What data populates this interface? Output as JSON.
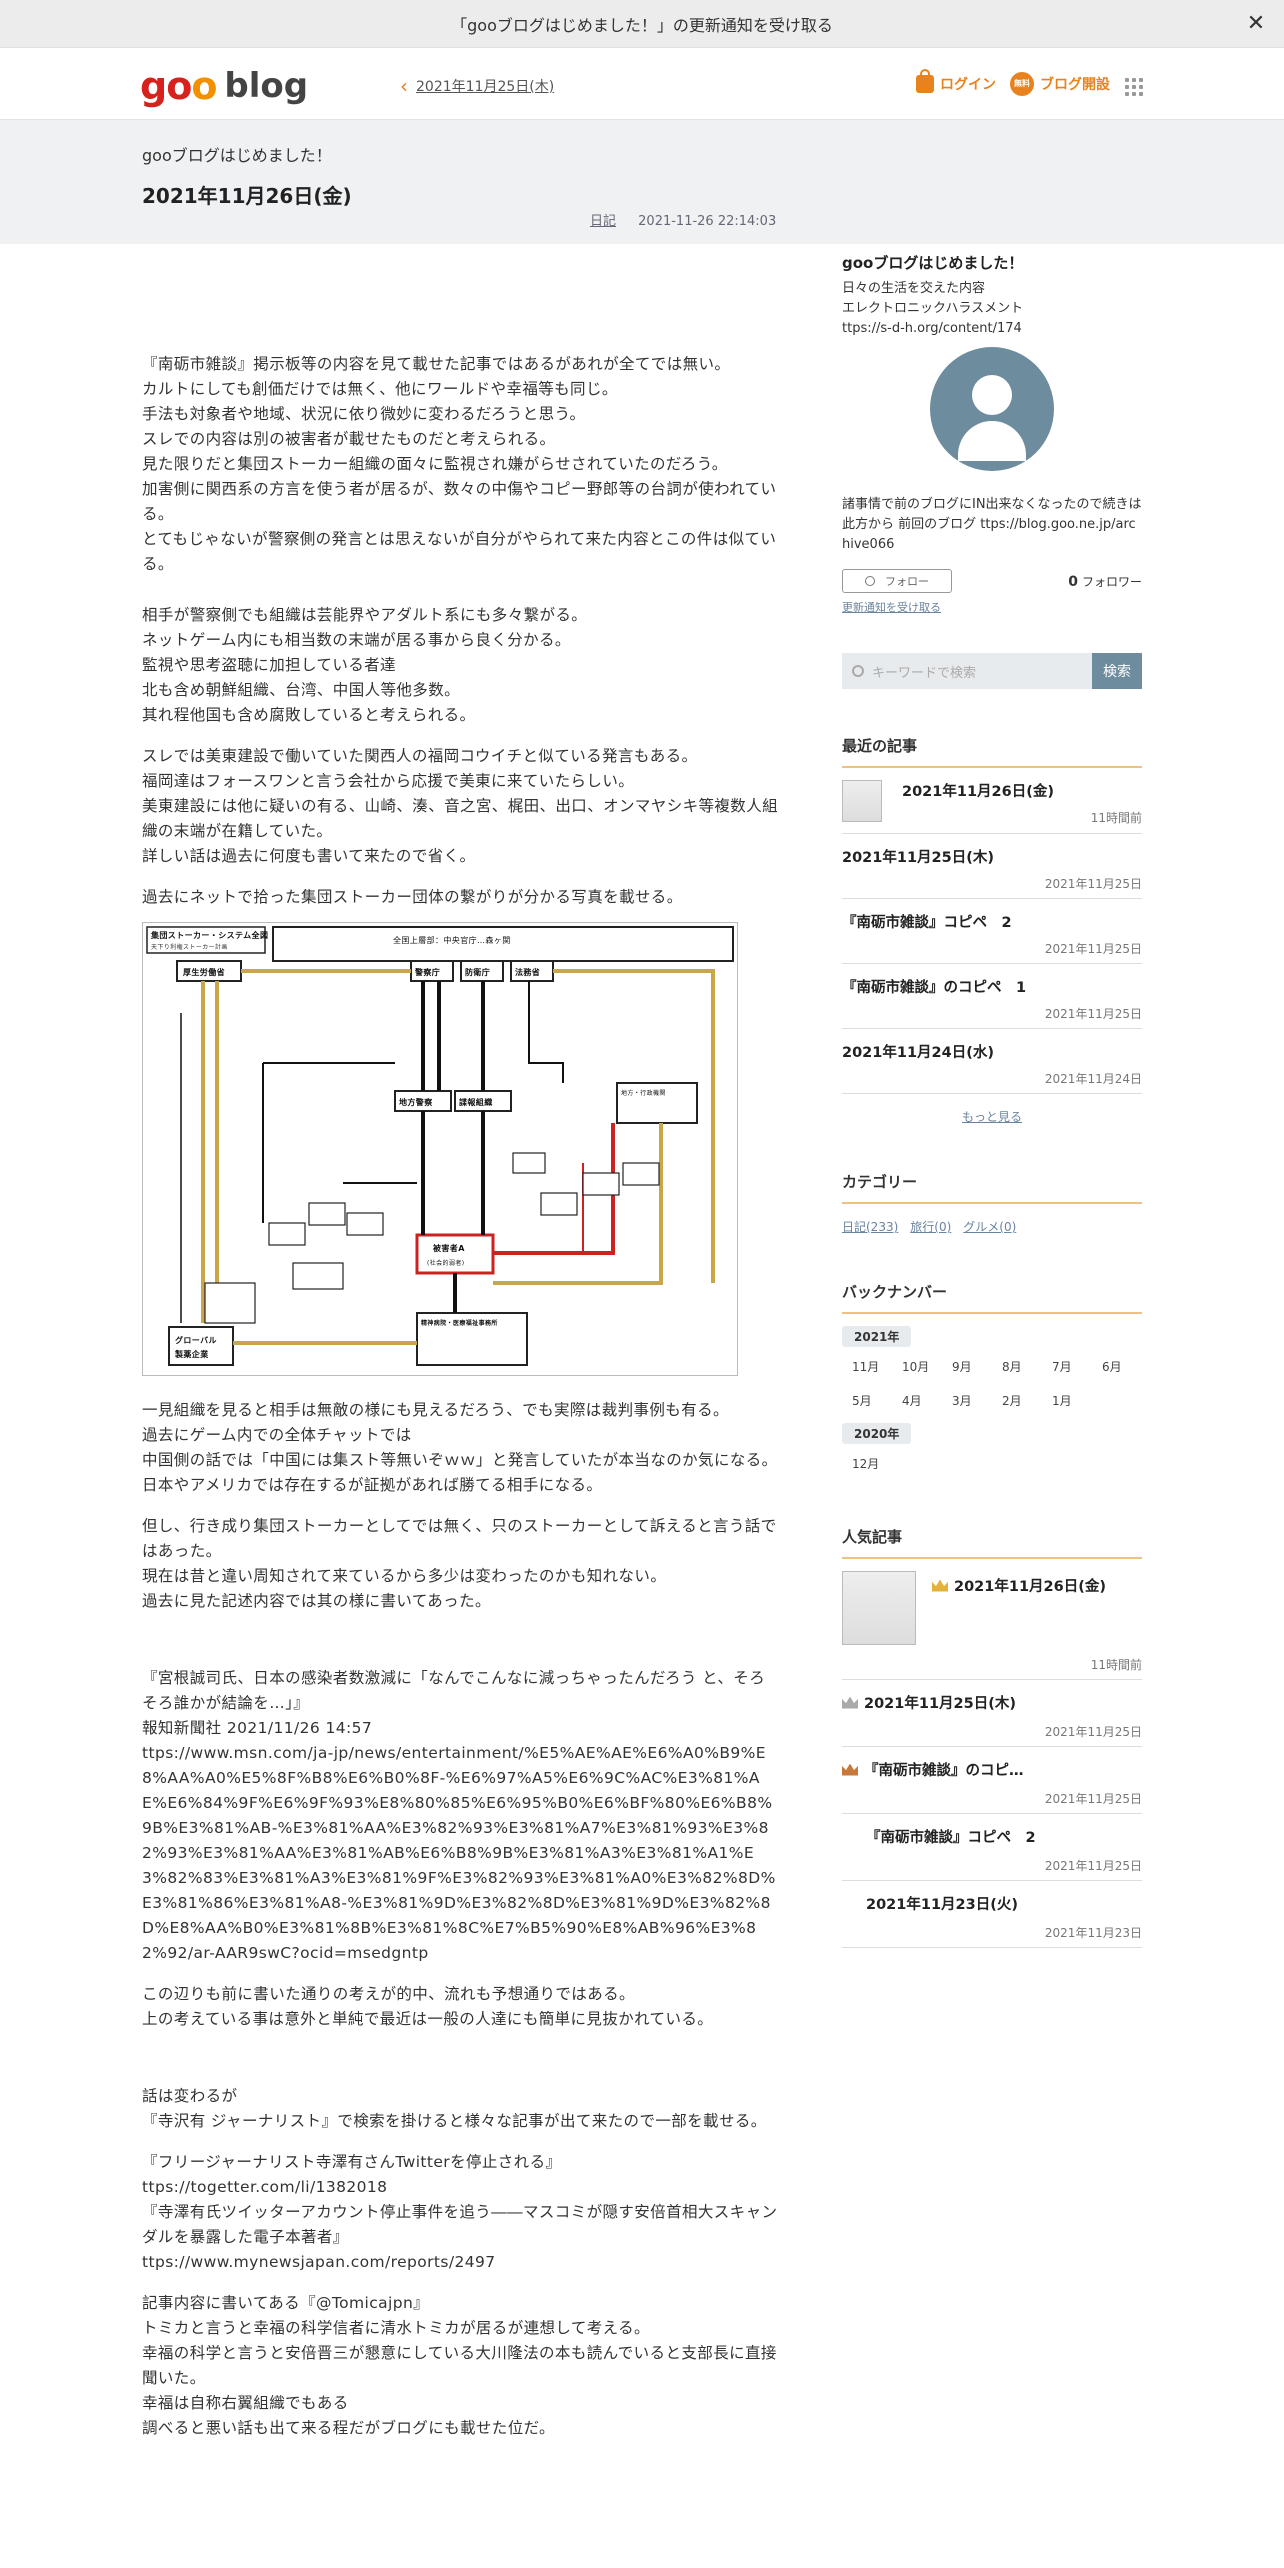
{
  "notice": {
    "text": "「gooブログはじめました！」の更新通知を受け取る",
    "close": "✕"
  },
  "header": {
    "logo_goo": "goo",
    "logo_blog": "blog",
    "prev_link": "2021年11月25日(木)",
    "login": "ログイン",
    "free_badge": "無料",
    "open_blog": "ブログ開設"
  },
  "post_header": {
    "blog_name": "gooブログはじめました！",
    "title": "2021年11月26日(金)",
    "category": "日記",
    "datetime": "2021-11-26 22:14:03"
  },
  "article": {
    "paragraphs_1": [
      "『南砺市雑談』掲示板等の内容を見て載せた記事ではあるがあれが全てでは無い。",
      "カルトにしても創価だけでは無く、他にワールドや幸福等も同じ。",
      "手法も対象者や地域、状況に依り微妙に変わるだろうと思う。",
      "スレでの内容は別の被害者が載せたものだと考えられる。",
      "見た限りだと集団ストーカー組織の面々に監視され嫌がらせされていたのだろう。",
      "加害側に関西系の方言を使う者が居るが、数々の中傷やコピー野郎等の台詞が使われている。",
      "とてもじゃないが警察側の発言とは思えないが自分がやられて来た内容とこの件は似ている。"
    ],
    "paragraphs_2": [
      "相手が警察側でも組織は芸能界やアダルト系にも多々繋がる。",
      "ネットゲーム内にも相当数の末端が居る事から良く分かる。",
      "監視や思考盗聴に加担している者達",
      "北も含め朝鮮組織、台湾、中国人等他多数。",
      "其れ程他国も含め腐敗していると考えられる。"
    ],
    "paragraphs_3": [
      "スレでは美東建設で働いていた関西人の福岡コウイチと似ている発言もある。",
      "福岡達はフォースワンと言う会社から応援で美東に来ていたらしい。",
      "美東建設には他に疑いの有る、山崎、湊、音之宮、梶田、出口、オンマヤシキ等複数人組織の末端が在籍していた。",
      "詳しい話は過去に何度も書いて来たので省く。"
    ],
    "photo_intro": "過去にネットで拾った集団ストーカー団体の繋がりが分かる写真を載せる。",
    "diagram": {
      "header": "集団ストーカー・システム全図",
      "subheader": "天下り利権ストーカー計画",
      "top_label": "全国上層部：中央官庁…森ヶ関",
      "boxes": [
        "厚生労働省",
        "警察庁",
        "防衛庁",
        "法務省",
        "地方警察",
        "諜報組織",
        "被害者A",
        "(社会的弱者)",
        "グローバル",
        "製薬企業",
        "精神病院・医療福祉事務所",
        "地方・行政機関"
      ]
    },
    "paragraphs_4": [
      "一見組織を見ると相手は無敵の様にも見えるだろう、でも実際は裁判事例も有る。",
      "過去にゲーム内での全体チャットでは",
      "中国側の話では「中国には集スト等無いぞｗｗ」と発言していたが本当なのか気になる。",
      "日本やアメリカでは存在するが証拠があれば勝てる相手になる。"
    ],
    "paragraphs_5": [
      "但し、行き成り集団ストーカーとしてでは無く、只のストーカーとして訴えると言う話ではあった。",
      "現在は昔と違い周知されて来ているから多少は変わったのかも知れない。",
      "過去に見た記述内容では其の様に書いてあった。"
    ],
    "news_title": "『宮根誠司氏、日本の感染者数激減に「なんでこんなに減っちゃったんだろう と、そろそろ誰かが結論を…」』",
    "news_source": "報知新聞社 2021/11/26 14:57",
    "news_url": "ttps://www.msn.com/ja-jp/news/entertainment/%E5%AE%AE%E6%A0%B9%E8%AA%A0%E5%8F%B8%E6%B0%8F-%E6%97%A5%E6%9C%AC%E3%81%AE%E6%84%9F%E6%9F%93%E8%80%85%E6%95%B0%E6%BF%80%E6%B8%9B%E3%81%AB-%E3%81%AA%E3%82%93%E3%81%A7%E3%81%93%E3%82%93%E3%81%AA%E3%81%AB%E6%B8%9B%E3%81%A3%E3%81%A1%E3%82%83%E3%81%A3%E3%81%9F%E3%82%93%E3%81%A0%E3%82%8D%E3%81%86%E3%81%A8-%E3%81%9D%E3%82%8D%E3%81%9D%E3%82%8D%E8%AA%B0%E3%81%8B%E3%81%8C%E7%B5%90%E8%AB%96%E3%82%92/ar-AAR9swC?ocid=msedgntp",
    "paragraphs_6": [
      "この辺りも前に書いた通りの考えが的中、流れも予想通りではある。",
      "上の考えている事は意外と単純で最近は一般の人達にも簡単に見抜かれている。"
    ],
    "paragraphs_7": [
      "話は変わるが",
      "『寺沢有 ジャーナリスト』で検索を掛けると様々な記事が出て来たので一部を載せる。"
    ],
    "paragraphs_8": [
      "『フリージャーナリスト寺澤有さんTwitterを停止される』",
      "ttps://togetter.com/li/1382018",
      "『寺澤有氏ツイッターアカウント停止事件を追う――マスコミが隠す安倍首相大スキャンダルを暴露した電子本著者』",
      "ttps://www.mynewsjapan.com/reports/2497"
    ],
    "paragraphs_9": [
      "記事内容に書いてある『@Tomicajpn』",
      "トミカと言うと幸福の科学信者に清水トミカが居るが連想して考える。",
      "幸福の科学と言うと安倍晋三が懇意にしている大川隆法の本も読んでいると支部長に直接聞いた。",
      "幸福は自称右翼組織でもある",
      "調べると悪い話も出て来る程だがブログにも載せた位だ。"
    ]
  },
  "sidebar": {
    "blog_name": "gooブログはじめました！",
    "desc": [
      "日々の生活を交えた内容",
      "エレクトロニックハラスメント",
      "ttps://s-d-h.org/content/174"
    ],
    "info": "諸事情で前のブログにIN出来なくなったので続きは此方から 前回のブログ ttps://blog.goo.ne.jp/archive066",
    "follow_label": "フォロー",
    "follower_count": "0",
    "follower_label": "フォロワー",
    "notify_link": "更新通知を受け取る",
    "search_placeholder": "キーワードで検索",
    "search_button": "検索",
    "recent_heading": "最近の記事",
    "recent": [
      {
        "title": "2021年11月26日(金)",
        "date": "11時間前"
      },
      {
        "title": "2021年11月25日(木)",
        "date": "2021年11月25日"
      },
      {
        "title": "『南砺市雑談』コピペ　2",
        "date": "2021年11月25日"
      },
      {
        "title": "『南砺市雑談』のコピペ　1",
        "date": "2021年11月25日"
      },
      {
        "title": "2021年11月24日(水)",
        "date": "2021年11月24日"
      }
    ],
    "more": "もっと見る",
    "category_heading": "カテゴリー",
    "categories": [
      "日記(233)",
      "旅行(0)",
      "グルメ(0)"
    ],
    "backnumber_heading": "バックナンバー",
    "year1": "2021年",
    "months1": [
      "11月",
      "10月",
      "9月",
      "8月",
      "7月",
      "6月",
      "5月",
      "4月",
      "3月",
      "2月",
      "1月"
    ],
    "year2": "2020年",
    "months2": [
      "12月"
    ],
    "popular_heading": "人気記事",
    "popular": [
      {
        "title": "2021年11月26日(金)",
        "date": "11時間前"
      },
      {
        "title": "2021年11月25日(木)",
        "date": "2021年11月25日"
      },
      {
        "title": "『南砺市雑談』のコピ…",
        "date": "2021年11月25日"
      },
      {
        "title": "『南砺市雑談』コピペ　2",
        "date": "2021年11月25日"
      },
      {
        "title": "2021年11月23日(火)",
        "date": "2021年11月23日"
      }
    ]
  }
}
